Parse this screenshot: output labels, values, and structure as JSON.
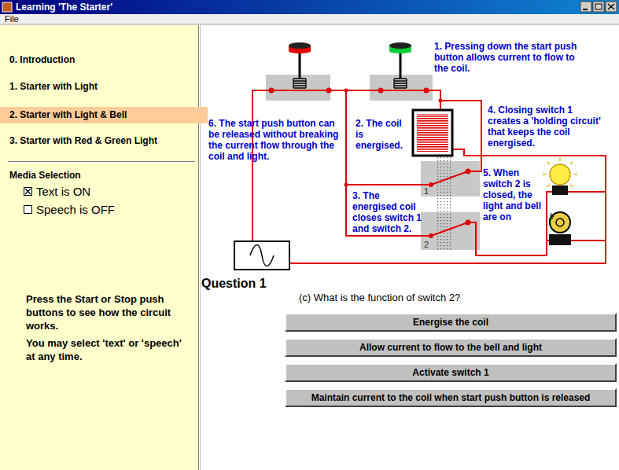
{
  "diagram": {
    "title": "Learning 'The Starter'",
    "nodes": [
      {
        "text": [
          "2. Starter with Light & Bell"
        ]
      },
      {
        "text": [
          "1"
        ]
      },
      {
        "text": [
          "2"
        ]
      },
      {
        "text": [
          "Energise the coil"
        ]
      },
      {
        "text": [
          "Allow current to flow to the bell and light"
        ]
      },
      {
        "text": [
          "Activate switch 1"
        ]
      },
      {
        "text": [
          "Maintain current to the coil when start push button is released"
        ]
      }
    ],
    "labels": [
      "File",
      "0. Introduction",
      "1. Starter with Light",
      "3. Starter with Red & Green Light",
      "Media Selection",
      "Text is ON",
      "Speech is OFF",
      "Press the Start or Stop push buttons to see how the circuit works.",
      "You may select 'text' or 'speech' at any time.",
      "1. Pressing down the start push button allows current to flow to the coil.",
      "2. The coil is energised.",
      "3. The energised coil closes switch 1 and switch 2.",
      "4. Closing switch 1 creates a 'holding circuit' that keeps the coil energised.",
      "5. When switch 2 is closed, the light and bell are on",
      "6. The start push button can be released without breaking the current flow through the coil and light.",
      "Question 1",
      "(c) What is the function of switch 2?"
    ]
  }
}
